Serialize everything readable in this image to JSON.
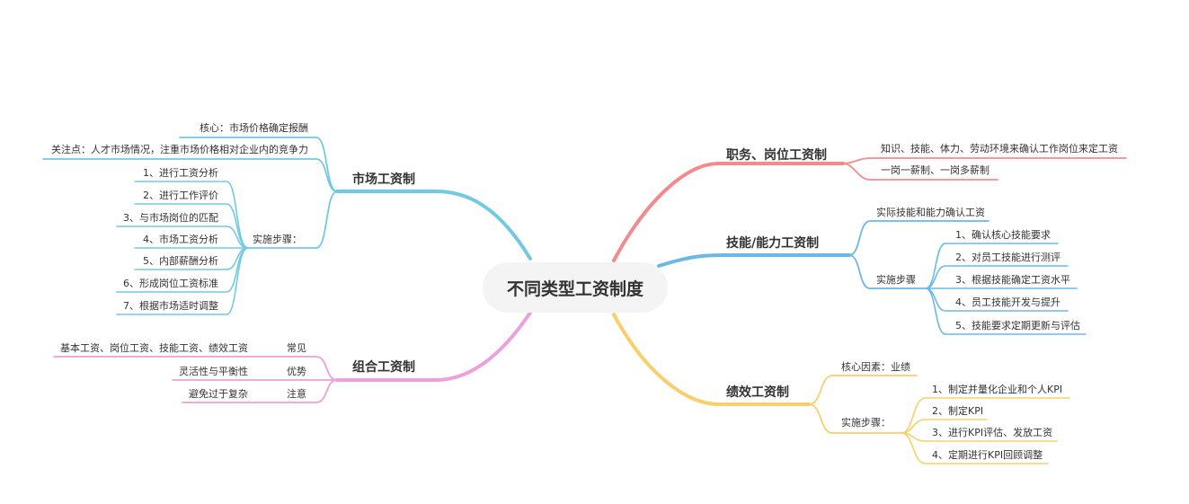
{
  "mindmap": {
    "root": "不同类型工资制度",
    "branches": {
      "job": {
        "label": "职务、岗位工资制",
        "color": "#f28b8e",
        "items": [
          "知识、技能、体力、劳动环境来确认工作岗位来定工资",
          "一岗一薪制、一岗多薪制"
        ]
      },
      "skill": {
        "label": "技能/能力工资制",
        "color": "#6bb8e6",
        "basis": "实际技能和能力确认工资",
        "steps_label": "实施步骤",
        "steps": [
          "1、确认核心技能要求",
          "2、对员工技能进行测评",
          "3、根据技能确定工资水平",
          "4、员工技能开发与提升",
          "5、技能要求定期更新与评估"
        ]
      },
      "performance": {
        "label": "绩效工资制",
        "color": "#f9cf6b",
        "core": "核心因素：业绩",
        "steps_label": "实施步骤：",
        "steps": [
          "1、制定并量化企业和个人KPI",
          "2、制定KPI",
          "3、进行KPI评估、发放工资",
          "4、定期进行KPI回顾调整"
        ]
      },
      "market": {
        "label": "市场工资制",
        "color": "#72c9e2",
        "core": "核心：市场价格确定报酬",
        "focus": "关注点：人才市场情况，注重市场价格相对企业内的竞争力",
        "steps_label": "实施步骤：",
        "steps": [
          "1、进行工资分析",
          "2、进行工作评价",
          "3、与市场岗位的匹配",
          "4、市场工资分析",
          "5、内部薪酬分析",
          "6、形成岗位工资标准",
          "7、根据市场适时调整"
        ]
      },
      "combo": {
        "label": "组合工资制",
        "color": "#eaa1dc",
        "groups": [
          {
            "label": "常见",
            "item": "基本工资、岗位工资、技能工资、绩效工资"
          },
          {
            "label": "优势",
            "item": "灵活性与平衡性"
          },
          {
            "label": "注意",
            "item": "避免过于复杂"
          }
        ]
      }
    }
  }
}
